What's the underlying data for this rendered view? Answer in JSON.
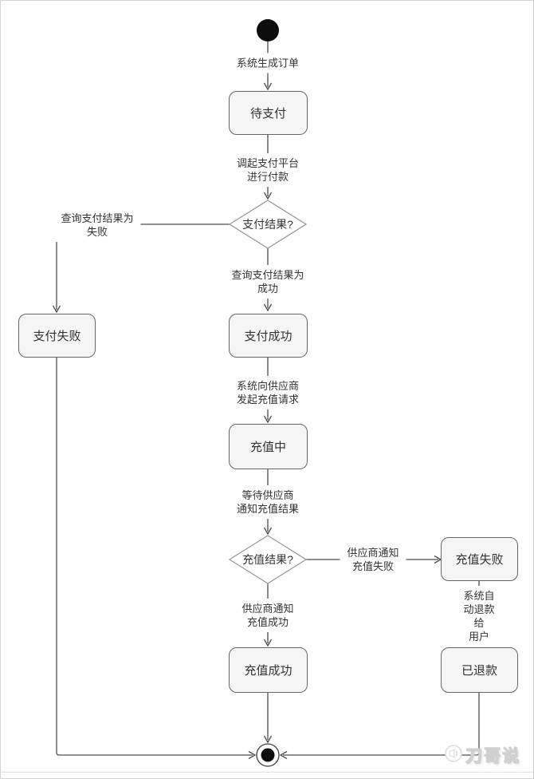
{
  "colors": {
    "node_fill": "#f5f5f5",
    "node_border": "#666666",
    "decision_border": "#999999",
    "edge_line": "#4d4d4d",
    "text": "#333333",
    "terminal_fill": "#0d0d0d",
    "watermark_text_color": "#ffffff"
  },
  "nodes": {
    "pending_payment": {
      "label": "待支付"
    },
    "payment_failed": {
      "label": "支付失败"
    },
    "payment_success": {
      "label": "支付成功"
    },
    "recharging": {
      "label": "充值中"
    },
    "recharge_failed": {
      "label": "充值失败"
    },
    "recharge_success": {
      "label": "充值成功"
    },
    "refunded": {
      "label": "已退款"
    }
  },
  "decisions": {
    "payment_result": {
      "label": "支付结果?"
    },
    "recharge_result": {
      "label": "充值结果?"
    }
  },
  "labels": {
    "order_created": "系统生成订单",
    "invoke_payment": "调起支付平台\n进行付款",
    "query_failed": "查询支付结果为\n失败",
    "query_success": "查询支付结果为\n成功",
    "send_recharge": "系统向供应商\n发起充值请求",
    "wait_notify": "等待供应商\n通知充值结果",
    "notify_failed": "供应商通知\n充值失败",
    "notify_success": "供应商通知\n充值成功",
    "auto_refund": "系统自动退款给\n用户"
  },
  "watermark": {
    "text": "刀哥说",
    "icon": "megaphone-icon"
  }
}
